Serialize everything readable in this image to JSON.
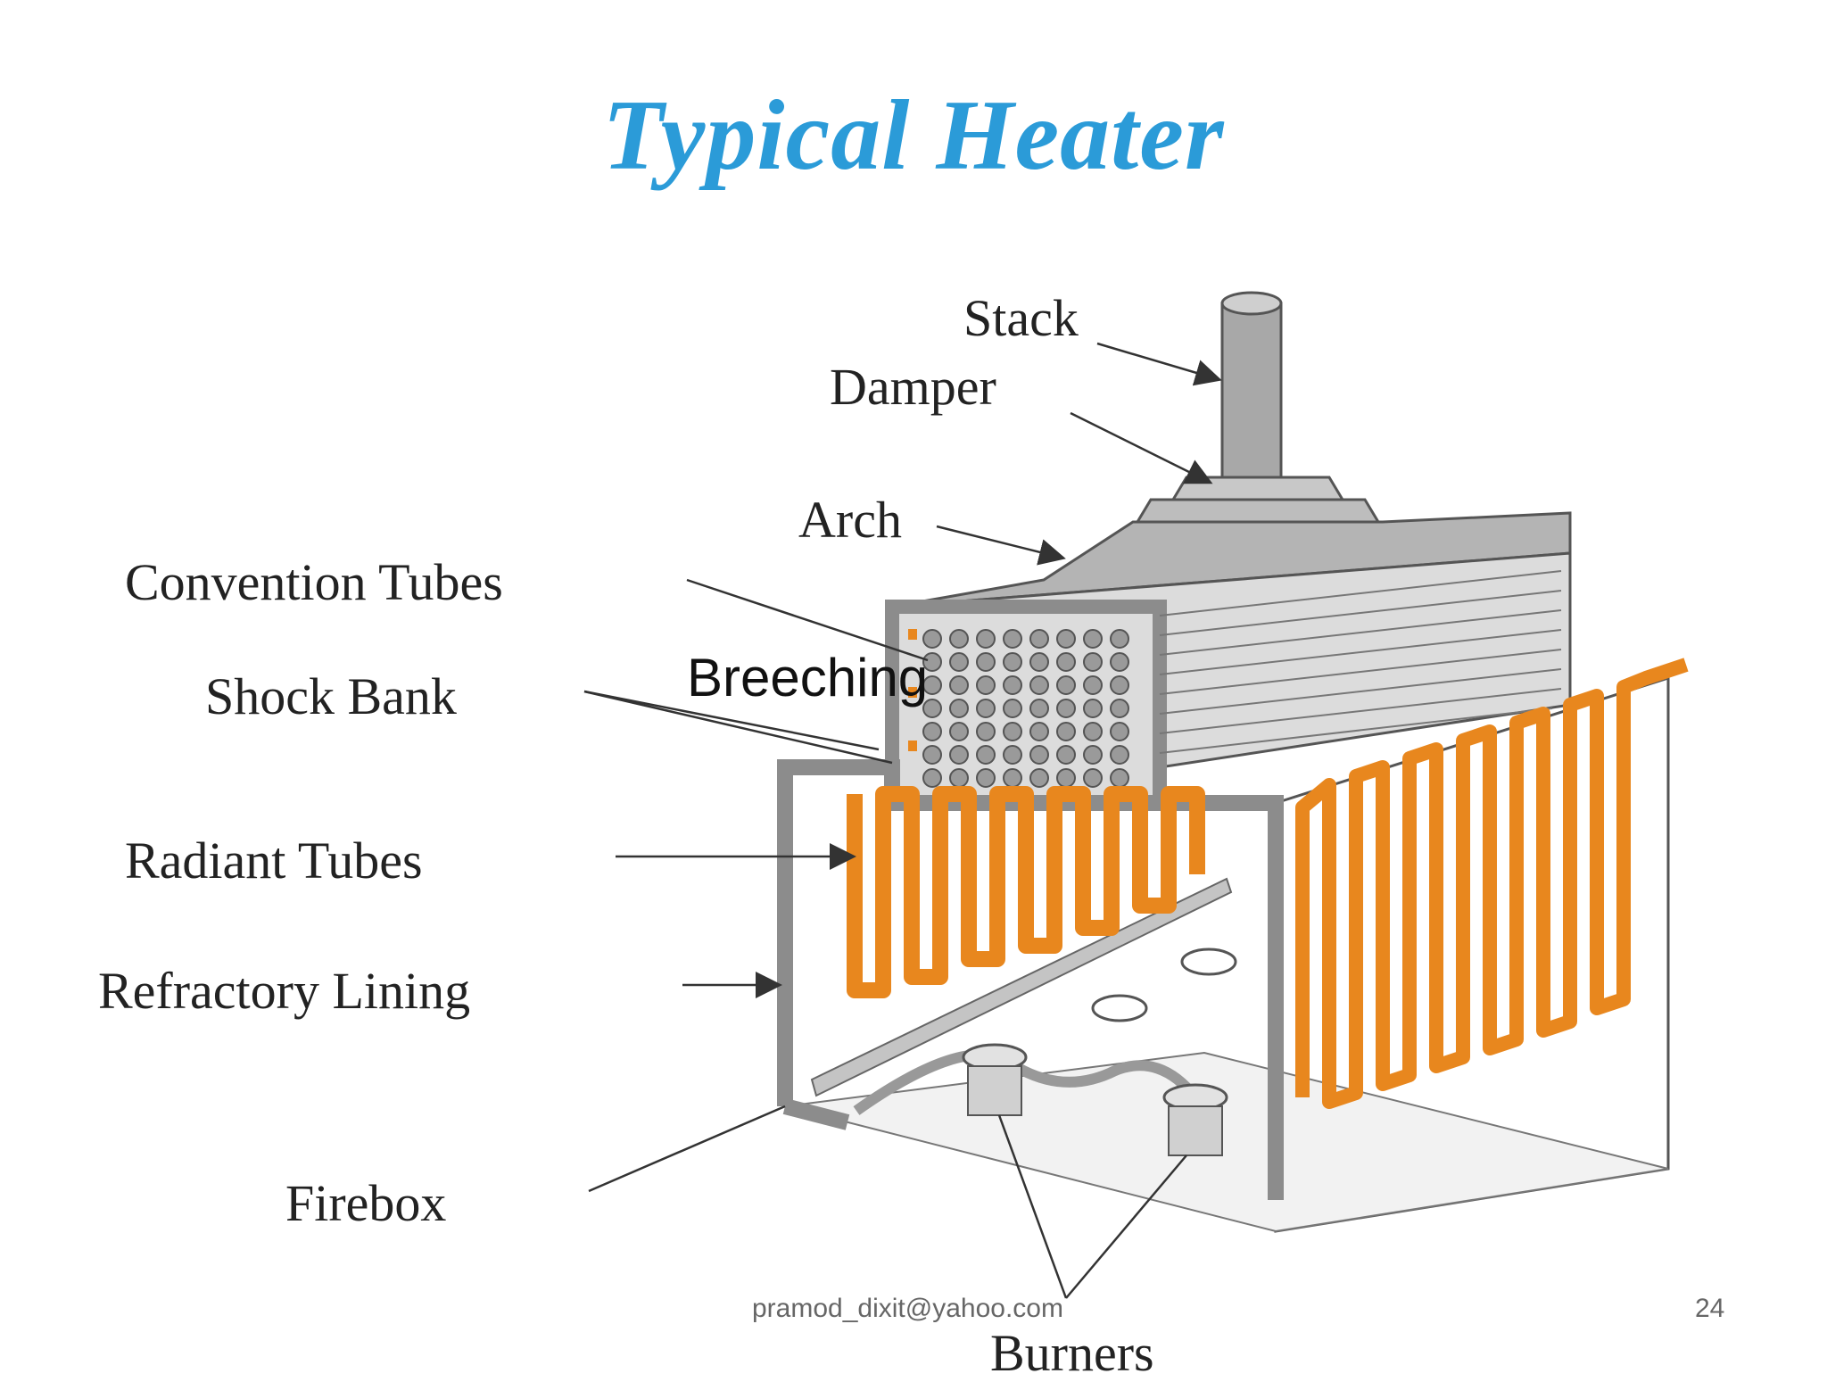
{
  "slide": {
    "title": "Typical Heater",
    "footer_email": "pramod_dixit@yahoo.com",
    "page_number": "24"
  },
  "diagram": {
    "labels": {
      "stack": "Stack",
      "damper": "Damper",
      "arch": "Arch",
      "convention_tubes": "Convention Tubes",
      "breeching": "Breeching",
      "shock_bank": "Shock Bank",
      "radiant_tubes": "Radiant Tubes",
      "refractory_lining": "Refractory Lining",
      "firebox": "Firebox",
      "burners": "Burners"
    }
  },
  "colors": {
    "title": "#2b9bd8",
    "tubes": "#e8871e",
    "wall": "#9a9a9a",
    "metal": "#b8b8b8"
  }
}
